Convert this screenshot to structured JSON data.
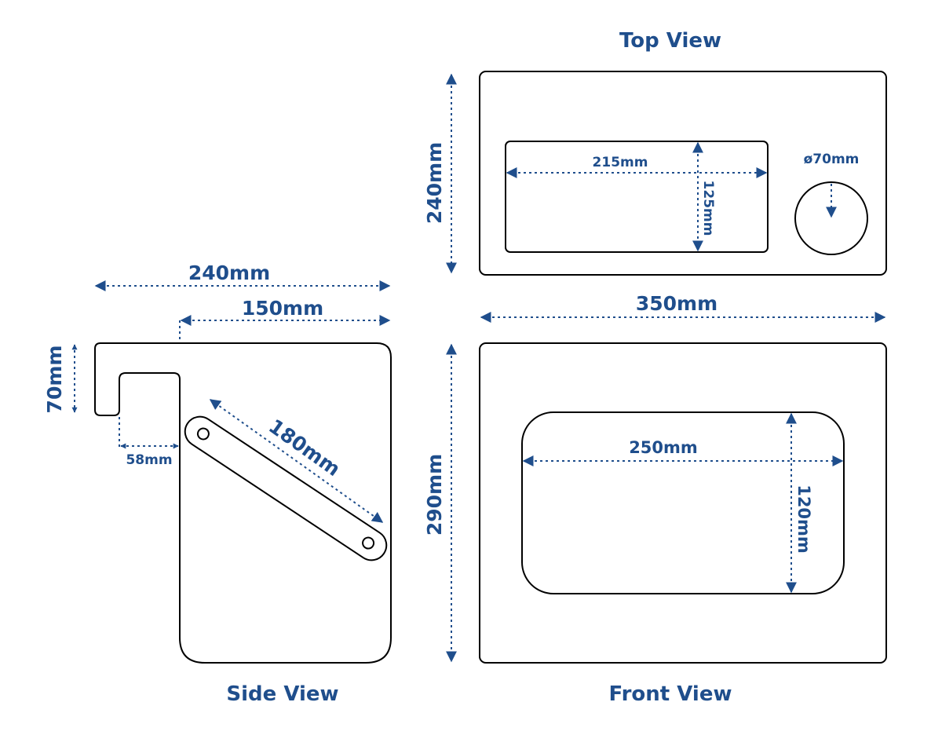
{
  "colors": {
    "accent": "#1f4e8c",
    "outline": "#000000",
    "background": "#ffffff"
  },
  "views": {
    "top": {
      "title": "Top View",
      "height_label": "240mm",
      "recess_width_label": "215mm",
      "recess_depth_label": "125mm",
      "hole_label": "ø70mm"
    },
    "front": {
      "title": "Front View",
      "width_label": "350mm",
      "height_label": "290mm",
      "window_width_label": "250mm",
      "window_height_label": "120mm"
    },
    "side": {
      "title": "Side View",
      "total_depth_label": "240mm",
      "body_depth_label": "150mm",
      "hook_height_label": "70mm",
      "hook_gap_label": "58mm",
      "handle_length_label": "180mm"
    }
  }
}
